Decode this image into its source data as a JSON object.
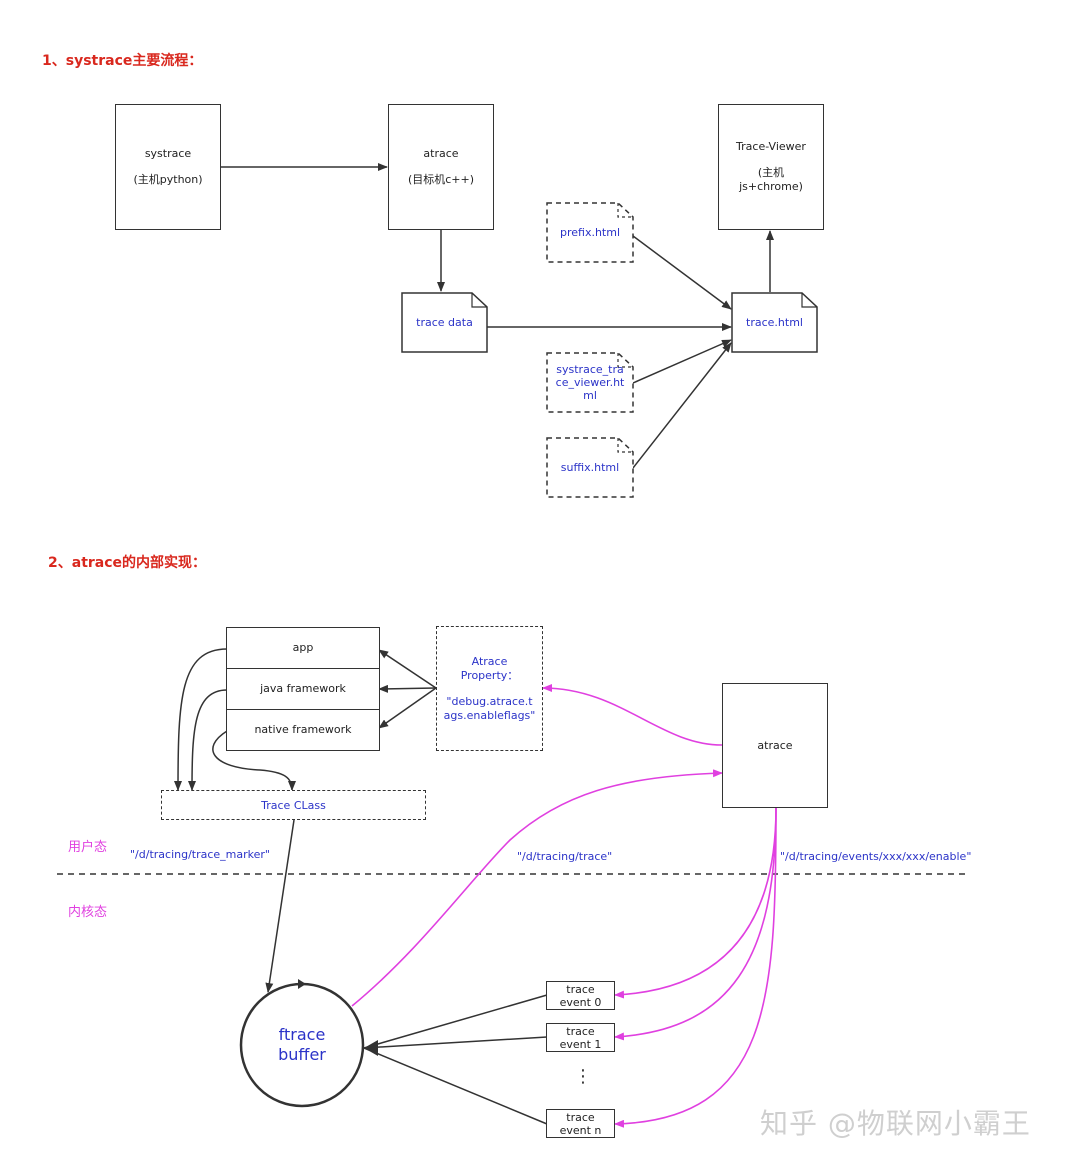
{
  "headings": {
    "section1": "1、systrace主要流程：",
    "section2": "2、atrace的内部实现："
  },
  "section1": {
    "systrace": {
      "name": "systrace",
      "sub": "(主机python)"
    },
    "atrace": {
      "name": "atrace",
      "sub": "(目标机c++)"
    },
    "trace_viewer": {
      "name": "Trace-Viewer",
      "sub_line1": "(主机",
      "sub_line2": "js+chrome)"
    },
    "files": {
      "prefix": "prefix.html",
      "trace_data": "trace data",
      "trace_html": "trace.html",
      "systrace_viewer_line1": "systrace_tra",
      "systrace_viewer_line2": "ce_viewer.ht",
      "systrace_viewer_line3": "ml",
      "suffix": "suffix.html"
    }
  },
  "section2": {
    "stack": [
      "app",
      "java framework",
      "native framework"
    ],
    "atrace_property": {
      "line1": "Atrace",
      "line2": "Property：",
      "line3": "\"debug.atrace.t",
      "line4": "ags.enableflags\""
    },
    "atrace": "atrace",
    "trace_class": "Trace CLass",
    "user_space": "用户态",
    "kernel_space": "内核态",
    "paths": {
      "trace_marker": "\"/d/tracing/trace_marker\"",
      "trace": "\"/d/tracing/trace\"",
      "events_enable": "\"/d/tracing/events/xxx/xxx/enable\""
    },
    "ftrace": {
      "line1": "ftrace",
      "line2": "buffer"
    },
    "events": [
      {
        "line1": "trace",
        "line2": "event 0"
      },
      {
        "line1": "trace",
        "line2": "event 1"
      },
      {
        "line1": "trace",
        "line2": "event n"
      }
    ],
    "ellipsis": "⋮"
  },
  "watermark": "知乎 @物联网小霸王",
  "colors": {
    "heading": "#d9281e",
    "file_text": "#2b33c8",
    "magenta": "#e040e0",
    "line": "#333333"
  }
}
